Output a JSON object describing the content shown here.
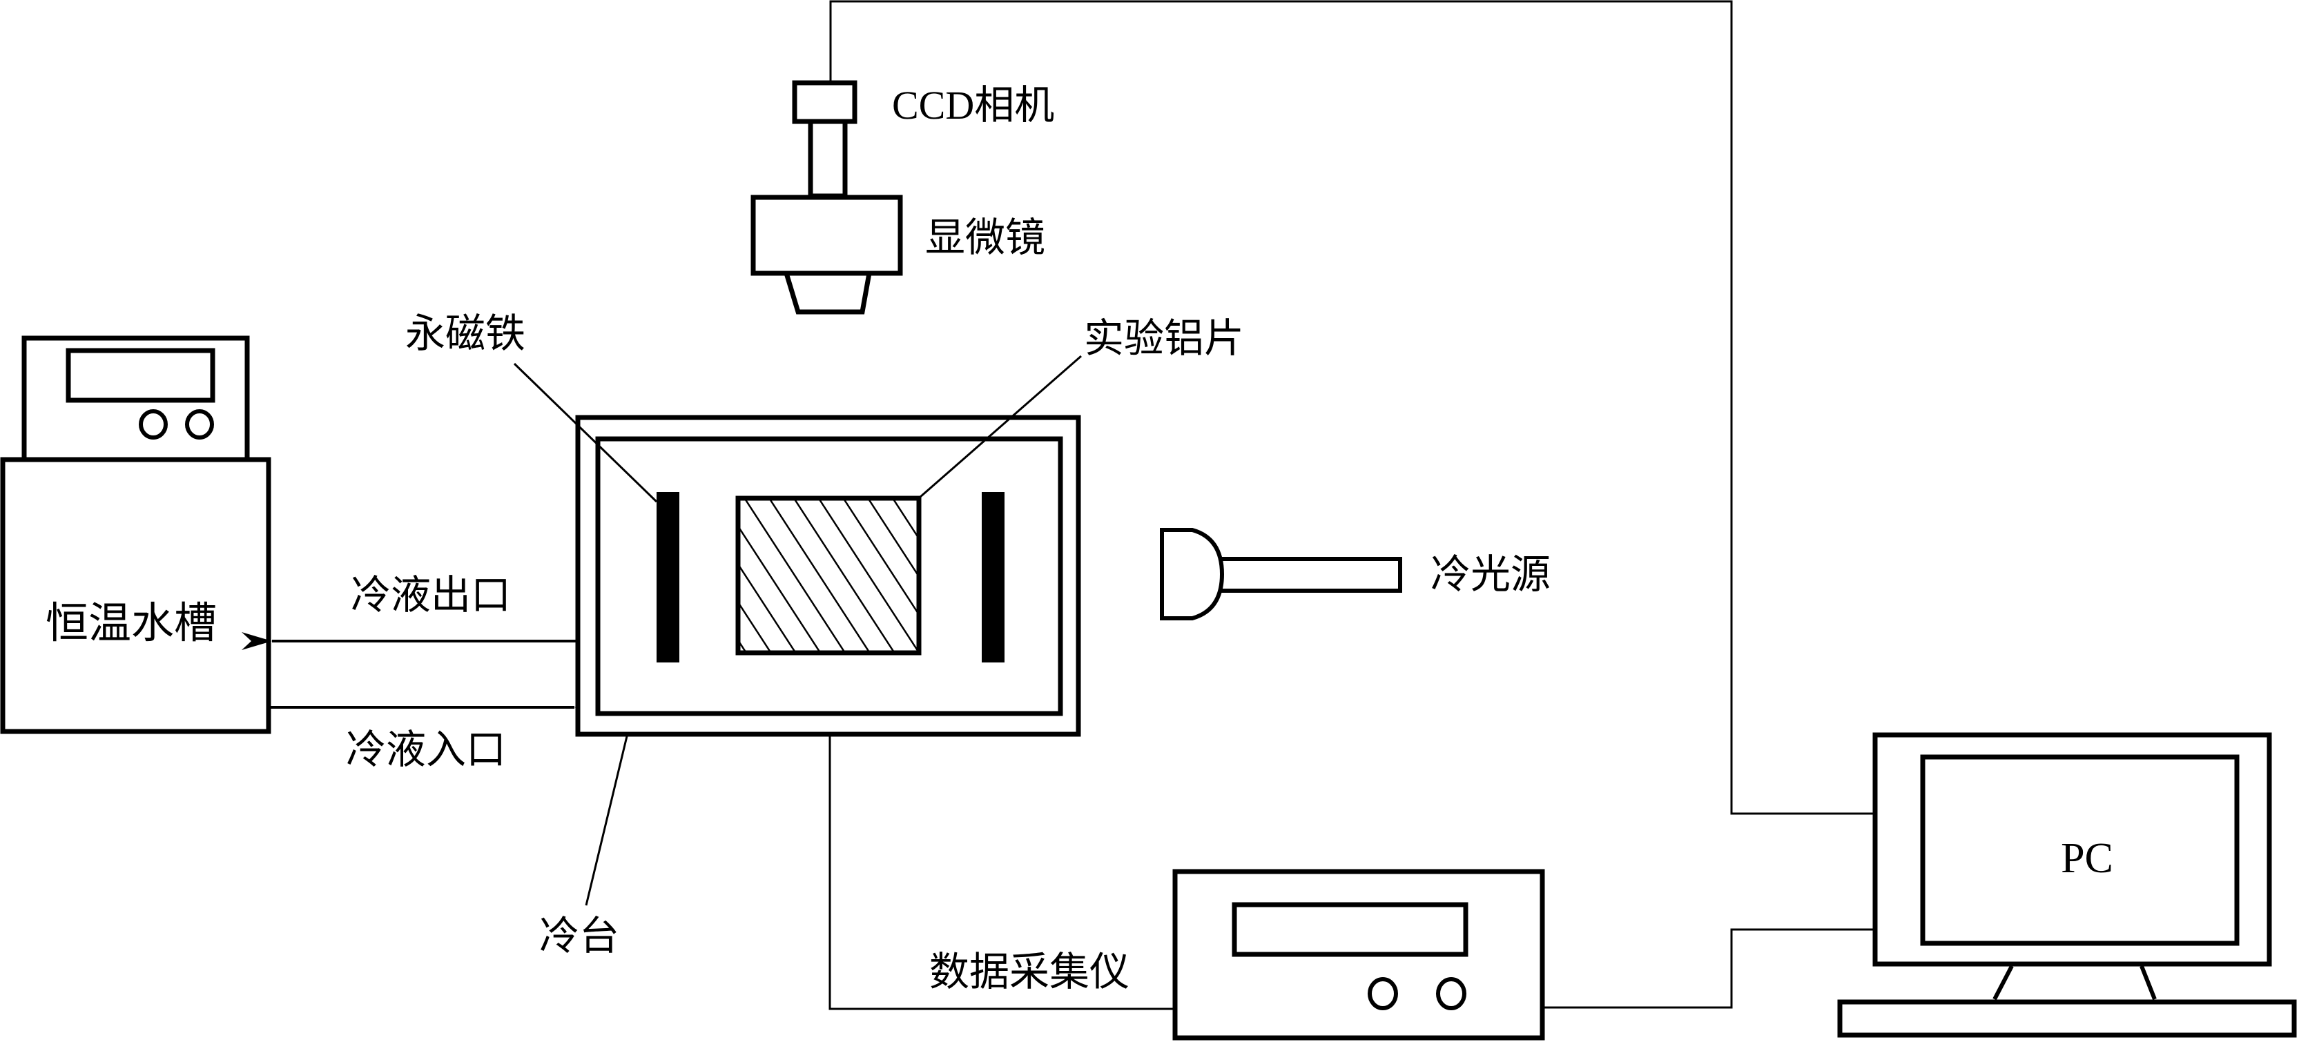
{
  "diagram": {
    "title": "Experimental setup schematic",
    "colors": {
      "stroke": "#000000",
      "background": "#ffffff"
    },
    "components": {
      "ccd_camera": {
        "label": "CCD相机"
      },
      "microscope": {
        "label": "显微镜"
      },
      "permanent_magnet": {
        "label": "永磁铁"
      },
      "aluminum_sample": {
        "label": "实验铝片"
      },
      "cold_light_source": {
        "label": "冷光源"
      },
      "thermostatic_bath": {
        "label": "恒温水槽"
      },
      "cold_stage": {
        "label": "冷台"
      },
      "data_logger": {
        "label": "数据采集仪"
      },
      "pc": {
        "label": "PC"
      }
    },
    "flows": {
      "coolant_outlet": {
        "label": "冷液出口",
        "direction": "stage-to-bath"
      },
      "coolant_inlet": {
        "label": "冷液入口",
        "direction": "bath-to-stage"
      }
    },
    "connections": [
      {
        "from": "ccd_camera",
        "to": "pc"
      },
      {
        "from": "cold_stage",
        "to": "data_logger"
      },
      {
        "from": "data_logger",
        "to": "pc"
      }
    ]
  }
}
